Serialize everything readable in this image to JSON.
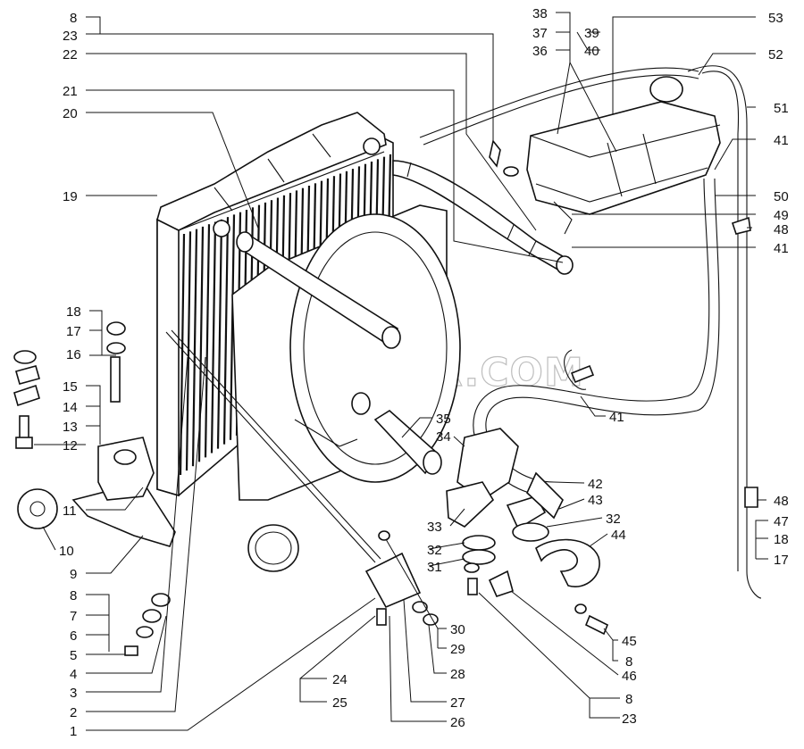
{
  "watermark": "SPECSERVER.COM",
  "labels": {
    "l8a": "8",
    "l23a": "23",
    "l22": "22",
    "l21": "21",
    "l20": "20",
    "l19": "19",
    "l38": "38",
    "l37": "37",
    "l36": "36",
    "l39": "39",
    "l40": "40",
    "l53": "53",
    "l52": "52",
    "l51": "51",
    "l41a": "41",
    "l50": "50",
    "l49": "49",
    "l48a": "48",
    "l41b": "41",
    "l18a": "18",
    "l17a": "17",
    "l16": "16",
    "l15": "15",
    "l14": "14",
    "l13": "13",
    "l12": "12",
    "l11": "11",
    "l10": "10",
    "l9": "9",
    "l8b": "8",
    "l7": "7",
    "l6": "6",
    "l5": "5",
    "l4": "4",
    "l3": "3",
    "l2": "2",
    "l1": "1",
    "l35": "35",
    "l34": "34",
    "l41c": "41",
    "l42": "42",
    "l43": "43",
    "l32a": "32",
    "l33": "33",
    "l32b": "32",
    "l31": "31",
    "l44": "44",
    "l48b": "48",
    "l47": "47",
    "l18b": "18",
    "l17b": "17",
    "l30": "30",
    "l29": "29",
    "l28": "28",
    "l27": "27",
    "l26": "26",
    "l24": "24",
    "l25": "25",
    "l45": "45",
    "l8c": "8",
    "l46": "46",
    "l8d": "8",
    "l23b": "23"
  }
}
